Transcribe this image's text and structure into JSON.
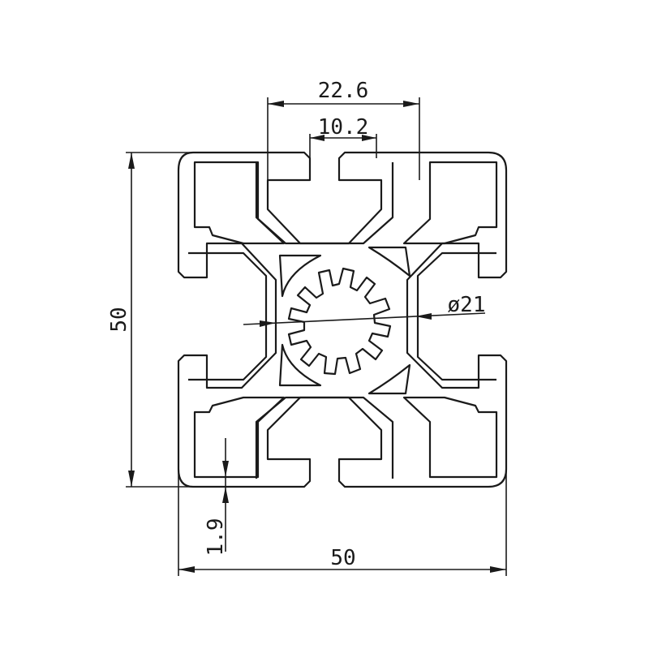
{
  "drawing": {
    "type": "aluminium T-slot extrusion profile cross-section",
    "dimensions": {
      "top_width": "22.6",
      "slot_opening": "10.2",
      "overall_height": "50",
      "center_bore": "ø21",
      "wall_thickness": "1.9",
      "overall_width": "50"
    },
    "colors": {
      "line": "#1a1a1a",
      "background": "#ffffff"
    }
  }
}
